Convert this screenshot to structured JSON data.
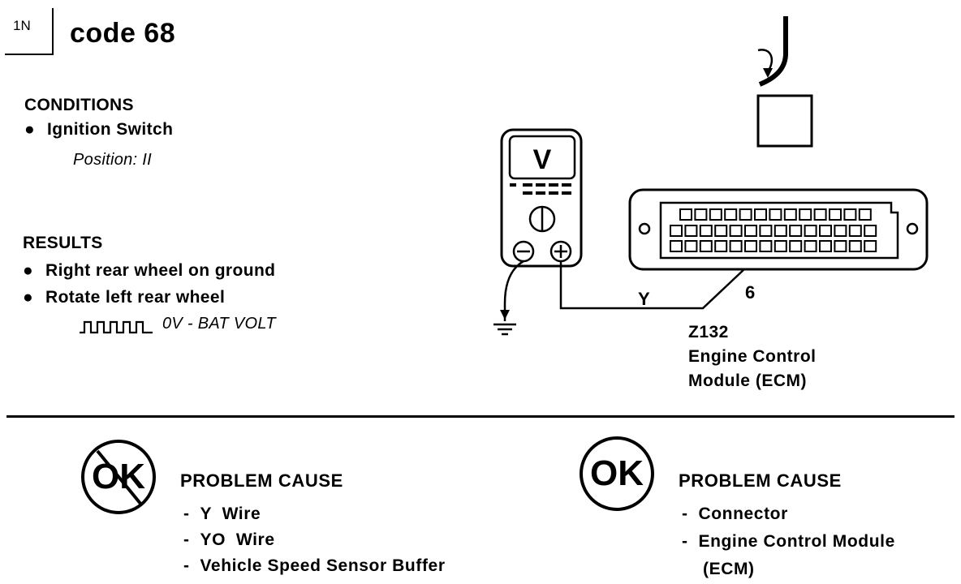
{
  "header": {
    "step": "1N",
    "title": "code 68"
  },
  "conditions": {
    "heading": "CONDITIONS",
    "items": [
      "Ignition Switch"
    ],
    "position": "Position: II"
  },
  "results": {
    "heading": "RESULTS",
    "items": [
      "Right rear wheel on ground",
      "Rotate left rear wheel"
    ],
    "signal": "0V - BAT VOLT"
  },
  "diagram": {
    "meter_label": "V",
    "wire_color": "Y",
    "pin": "6",
    "component_id": "Z132",
    "component_name_line1": "Engine Control",
    "component_name_line2": "Module (ECM)"
  },
  "causes": [
    {
      "ok_label": "OK",
      "struck": true,
      "heading": "PROBLEM CAUSE",
      "items": [
        "Y  Wire",
        "YO  Wire",
        "Vehicle Speed Sensor Buffer"
      ]
    },
    {
      "ok_label": "OK",
      "struck": false,
      "heading": "PROBLEM CAUSE",
      "items": [
        "Connector",
        "Engine Control Module",
        "(ECM)"
      ]
    }
  ]
}
